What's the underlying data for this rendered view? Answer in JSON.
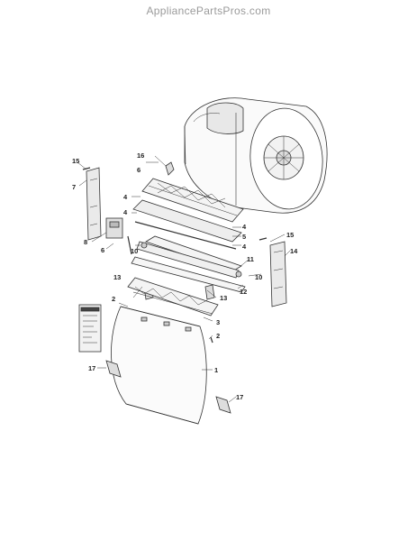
{
  "header": {
    "site_title": "AppliancePartsPros.com"
  },
  "colors": {
    "line": "#333333",
    "watermark": "#9a9a9a"
  },
  "callouts": {
    "c1": "1",
    "c2a": "2",
    "c2b": "2",
    "c3": "3",
    "c4a": "4",
    "c4b": "4",
    "c4c": "4",
    "c4d": "4",
    "c5": "5",
    "c6a": "6",
    "c6b": "6",
    "c7": "7",
    "c8": "8",
    "c10a": "10",
    "c10b": "10",
    "c11": "11",
    "c12": "12",
    "c13a": "13",
    "c13b": "13",
    "c14": "14",
    "c15a": "15",
    "c15b": "15",
    "c16": "16",
    "c17a": "17",
    "c17b": "17"
  }
}
